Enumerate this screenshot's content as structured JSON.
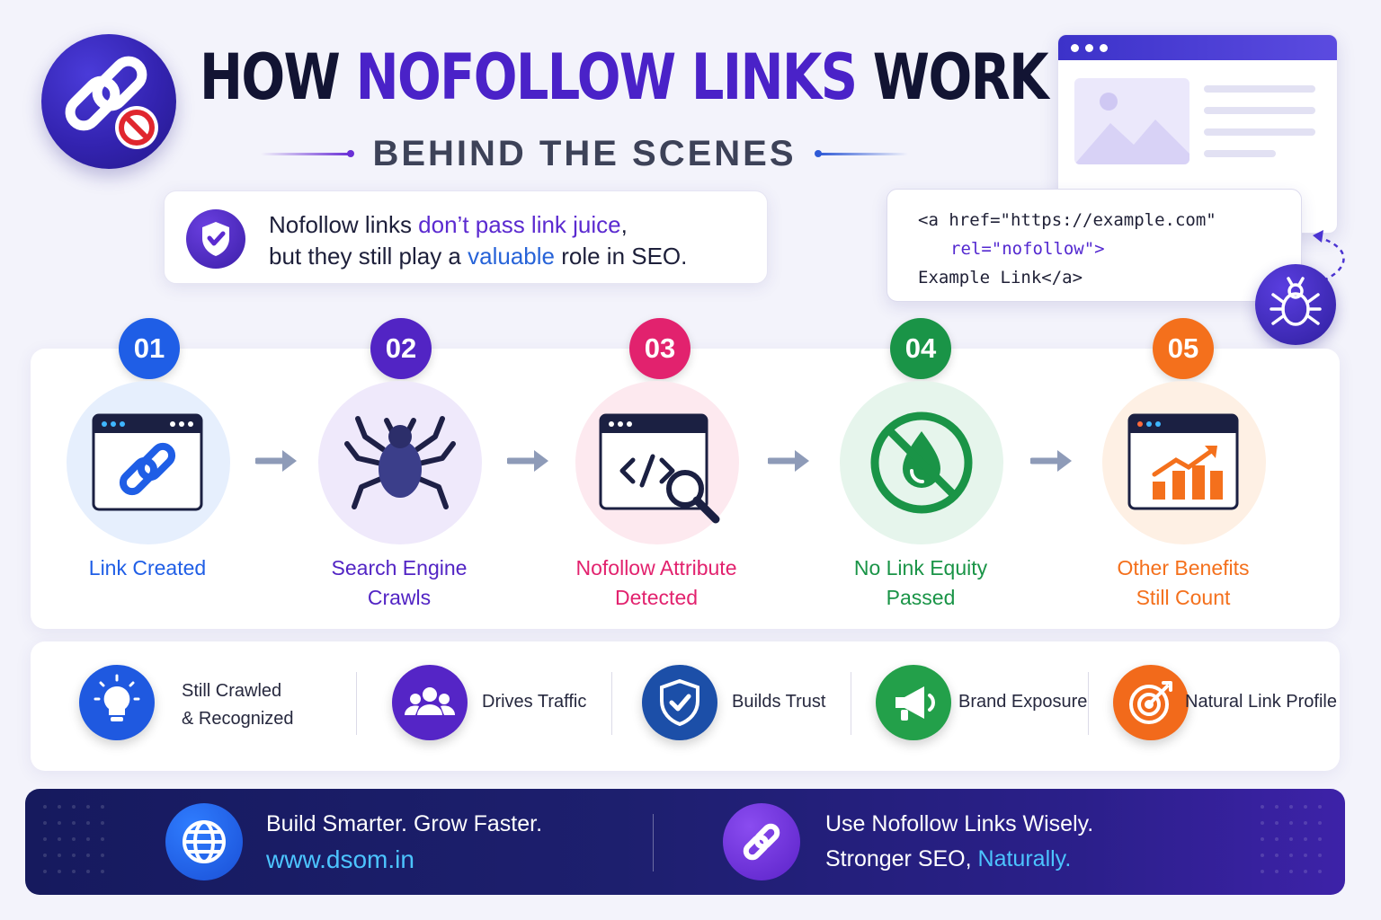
{
  "header": {
    "title_part1": "HOW ",
    "title_accent": "NOFOLLOW LINKS",
    "title_part2": " WORK",
    "subtitle": "BEHIND THE SCENES"
  },
  "info": {
    "line1_a": "Nofollow links ",
    "line1_accent": "don’t pass link juice",
    "line1_b": ",",
    "line2_a": "but they still play a ",
    "line2_accent": "valuable",
    "line2_b": " role in SEO."
  },
  "code": {
    "line1": "<a href=\"https://example.com\"",
    "line2": "rel=\"nofollow\">",
    "line3": "Example Link</a>"
  },
  "steps": [
    {
      "num": "01",
      "label1": "Link Created",
      "label2": "",
      "color": "#1f5ee6",
      "bg": "#e6effd"
    },
    {
      "num": "02",
      "label1": "Search Engine",
      "label2": "Crawls",
      "color": "#5224c4",
      "bg": "#efe9fb"
    },
    {
      "num": "03",
      "label1": "Nofollow Attribute",
      "label2": "Detected",
      "color": "#e2226e",
      "bg": "#fde9ef"
    },
    {
      "num": "04",
      "label1": "No Link Equity",
      "label2": "Passed",
      "color": "#1a9447",
      "bg": "#e6f5ec"
    },
    {
      "num": "05",
      "label1": "Other Benefits",
      "label2": "Still Count",
      "color": "#f4701c",
      "bg": "#fef0e4"
    }
  ],
  "benefits": [
    {
      "label1": "Still Crawled",
      "label2": "& Recognized",
      "icon": "lightbulb-icon",
      "color": "#1f59e0"
    },
    {
      "label1": "Drives Traffic",
      "label2": "",
      "icon": "users-icon",
      "color": "#5525c6"
    },
    {
      "label1": "Builds Trust",
      "label2": "",
      "icon": "shield-check-icon",
      "color": "#1c4fa8"
    },
    {
      "label1": "Brand Exposure",
      "label2": "",
      "icon": "megaphone-icon",
      "color": "#23a04a"
    },
    {
      "label1": "Natural Link Profile",
      "label2": "",
      "icon": "target-icon",
      "color": "#f26a1b"
    }
  ],
  "footer": {
    "left_line1": "Build Smarter. Grow Faster.",
    "left_url": "www.dsom.in",
    "right_line1": "Use Nofollow Links Wisely.",
    "right_line2_a": "Stronger SEO, ",
    "right_line2_accent": "Naturally."
  }
}
